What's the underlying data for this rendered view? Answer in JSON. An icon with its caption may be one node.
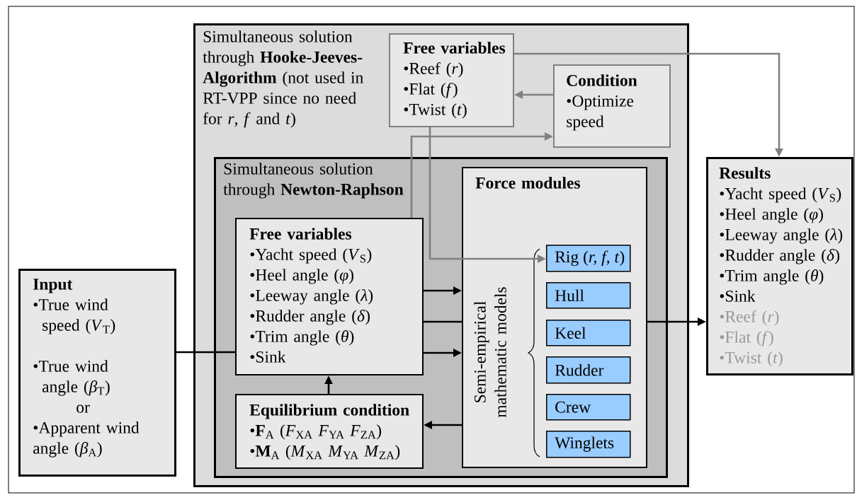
{
  "diagram": {
    "nodes": [
      {
        "text": [
          "Simultaneous solution through **Hooke-Jeeves-Algorithm** (not used in RT-VPP since no need for *r*, *f* and *t*)"
        ]
      },
      {
        "text": [
          "Free variables",
          "•Reef (*r*)",
          "•Flat (*f*)",
          "•Twist (*t*)"
        ],
        "in": 0
      },
      {
        "text": [
          "Condition",
          "•Optimize speed"
        ],
        "in": 0
      },
      {
        "text": [
          "Simultaneous solution through **Newton-Raphson**"
        ],
        "in": 0
      },
      {
        "text": [
          "Free variables",
          "•Yacht speed (*V*$_{S}$)",
          "•Heel angle (*φ*)",
          "•Leeway angle (*λ*)",
          "•Rudder angle (*δ*)",
          "•Trim angle (*θ*)",
          "•Sink"
        ],
        "in": 3
      },
      {
        "text": [
          "Equilibrium condition",
          "•**F**$_{A}$ (*F*$_{XA}$ *F*$_{YA}$ *F*$_{ZA}$)",
          "•**M**$_{A}$ (*M*$_{XA}$ *M*$_{YA}$ *M*$_{ZA}$)"
        ],
        "in": 3
      },
      {
        "text": [
          "Force modules",
          "Semi-empirical mathematic models"
        ],
        "in": 3
      },
      {
        "text": [
          "Rig (*r, f, t*)"
        ],
        "in": 6
      },
      {
        "text": [
          "Hull"
        ],
        "in": 6
      },
      {
        "text": [
          "Keel"
        ],
        "in": 6
      },
      {
        "text": [
          "Rudder"
        ],
        "in": 6
      },
      {
        "text": [
          "Crew"
        ],
        "in": 6
      },
      {
        "text": [
          "Winglets"
        ],
        "in": 6
      },
      {
        "text": [
          "Input",
          "•True wind speed (*V*$_{T}$)",
          "•True wind angle (*β*$_{T}$)",
          "or",
          "•Apparent wind angle (*β*$_{A}$)"
        ]
      },
      {
        "text": [
          "Results",
          "•Yacht speed (*V*$_{S}$)",
          "•Heel angle (*φ*)",
          "•Leeway angle (*λ*)",
          "•Rudder angle (*δ*)",
          "•Trim angle (*θ*)",
          "•Sink",
          "•Reef (*r*)",
          "•Flat (*f*)",
          "•Twist (*t*)"
        ]
      }
    ],
    "edges": [
      {
        "from": 13,
        "to": 4,
        "arrow": "none"
      },
      {
        "from": 4,
        "to": 6,
        "arrow": "to"
      },
      {
        "from": 4,
        "to": 6,
        "arrow": "none"
      },
      {
        "from": 4,
        "to": 6,
        "arrow": "to"
      },
      {
        "from": 6,
        "to": 5,
        "arrow": "to"
      },
      {
        "from": 5,
        "to": 4,
        "arrow": "to"
      },
      {
        "from": 6,
        "to": 14,
        "arrow": "to"
      },
      {
        "from": 1,
        "to": 14,
        "arrow": "to",
        "color": "#808080"
      },
      {
        "from": 2,
        "to": 1,
        "arrow": "to",
        "color": "#808080"
      },
      {
        "from": 4,
        "to": 2,
        "arrow": "to",
        "color": "#808080"
      },
      {
        "from": 1,
        "to": 7,
        "arrow": "to",
        "color": "#808080"
      }
    ]
  }
}
